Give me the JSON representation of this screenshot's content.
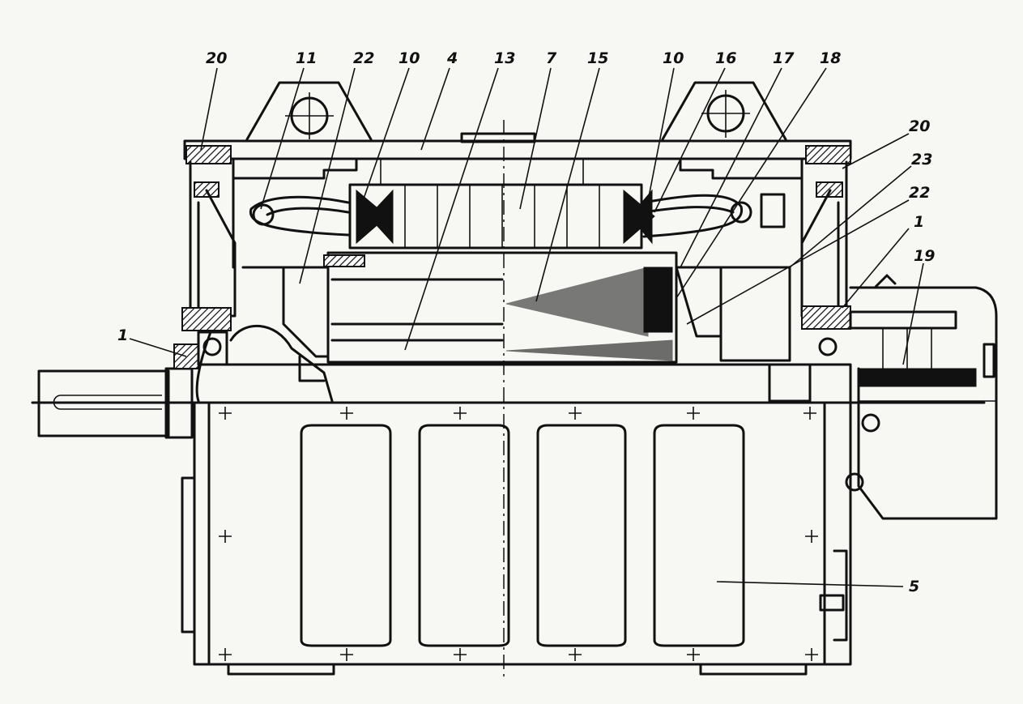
{
  "labels": {
    "l20a": "20",
    "l11": "11",
    "l22a": "22",
    "l10a": "10",
    "l4": "4",
    "l13": "13",
    "l7": "7",
    "l15": "15",
    "l10b": "10",
    "l16": "16",
    "l17": "17",
    "l18": "18",
    "l20b": "20",
    "l23": "23",
    "l22b": "22",
    "l1a": "1",
    "l19": "19",
    "l1b": "1",
    "l5": "5"
  }
}
